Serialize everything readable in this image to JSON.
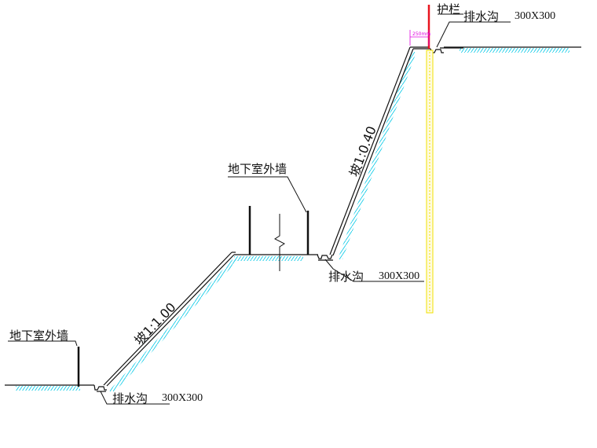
{
  "labels": {
    "basement_wall_left": "地下室外墙",
    "basement_wall_mid": "地下室外墙",
    "drain_name_bottom": "排水沟",
    "drain_size_bottom": "300X300",
    "drain_name_mid": "排水沟",
    "drain_size_mid": "300X300",
    "drain_name_top": "排水沟",
    "drain_size_top": "300X300",
    "guardrail": "护栏",
    "slope_lower": "坡1:1.00",
    "slope_upper": "坡1:0.40",
    "offset_dim": "250mm"
  },
  "colors": {
    "line": "#111111",
    "soil_hatch": "#00c8e6",
    "guardrail": "#e8141e",
    "pile": "#f0e000",
    "dimension": "#e000e0"
  }
}
